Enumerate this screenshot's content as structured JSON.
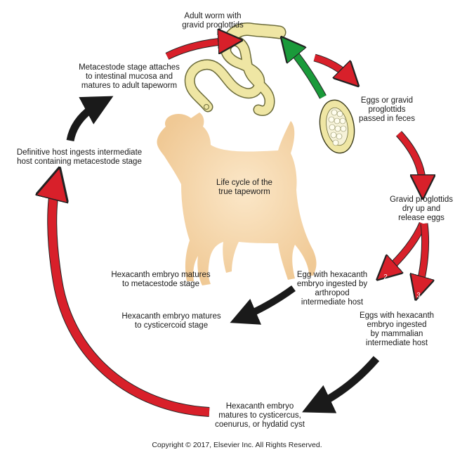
{
  "title": "Life cycle of the\ntrue tapeworm",
  "labels": {
    "adult_worm": "Adult worm with\ngravid proglottids",
    "eggs_passed": "Eggs or gravid\nproglottids\npassed in feces",
    "proglottids_dry": "Gravid proglottids\ndry up and\nrelease eggs",
    "egg_arthropod": "Egg with hexacanth\nembryo ingested by\narthropod\nintermediate host",
    "egg_mammal": "Eggs with hexacanth\nembryo ingested\nby mammalian\nintermediate host",
    "matures_cyst": "Hexacanth embryo\nmatures to cysticercus,\ncoenurus, or hydatid cyst",
    "matures_cysticercoid": "Hexacanth embryo matures\nto cysticercoid stage",
    "matures_metacestode": "Hexacanth embryo matures\nto metacestode stage",
    "definitive_host": "Definitive host ingests intermediate\nhost containing metacestode stage",
    "metacestode_attaches": "Metacestode stage attaches\nto intestinal mucosa and\nmatures to adult tapeworm"
  },
  "path_numbers": {
    "two": "2",
    "three": "3"
  },
  "copyright": "Copyright © 2017, Elsevier Inc. All Rights Reserved.",
  "colors": {
    "red_arrow": "#d8202a",
    "black_arrow": "#1a1a1a",
    "green_arrow": "#1a9a3a",
    "dog": "#f2cfa0",
    "worm": "#efe6a4",
    "worm_stroke": "#6b6b3a"
  }
}
